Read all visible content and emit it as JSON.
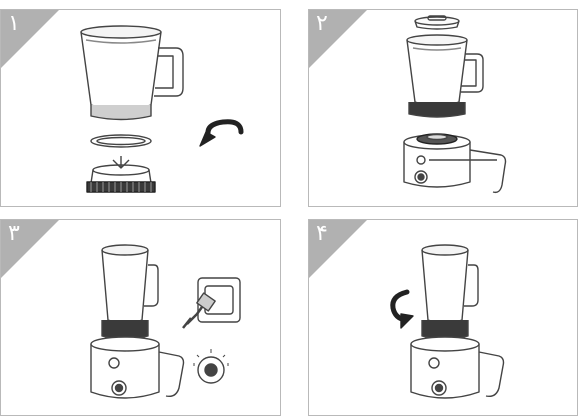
{
  "steps": [
    {
      "number": "۱",
      "icon": "blender-jar-assembly-rotate"
    },
    {
      "number": "۲",
      "icon": "blender-jar-on-motor-base"
    },
    {
      "number": "۳",
      "icon": "blender-plug-in-and-dial"
    },
    {
      "number": "۴",
      "icon": "blender-jar-rotate-lock"
    }
  ],
  "colors": {
    "badge": "#b1b1b1",
    "line": "#444444",
    "frame": "#b9b9b9"
  }
}
